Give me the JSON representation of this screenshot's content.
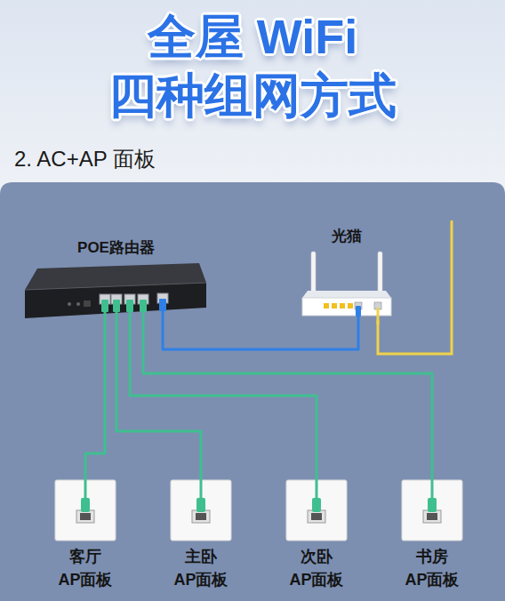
{
  "diagram": {
    "title": "全屋 WiFi 四种组网方式",
    "nodes": [
      {
        "text": [
          "POE路由器"
        ]
      },
      {
        "text": [
          "光猫"
        ]
      },
      {
        "text": [
          "客厅 AP面板"
        ]
      },
      {
        "text": [
          "主卧 AP面板"
        ]
      },
      {
        "text": [
          "次卧 AP面板"
        ]
      },
      {
        "text": [
          "书房 AP面板"
        ]
      }
    ],
    "edges": [
      {
        "from": 0,
        "to": 1,
        "arrow": "none"
      },
      {
        "from": 0,
        "to": 2,
        "arrow": "none"
      },
      {
        "from": 0,
        "to": 3,
        "arrow": "none"
      },
      {
        "from": 0,
        "to": 4,
        "arrow": "none"
      },
      {
        "from": 0,
        "to": 5,
        "arrow": "none"
      }
    ],
    "labels": [
      "2. AC+AP 面板"
    ]
  }
}
